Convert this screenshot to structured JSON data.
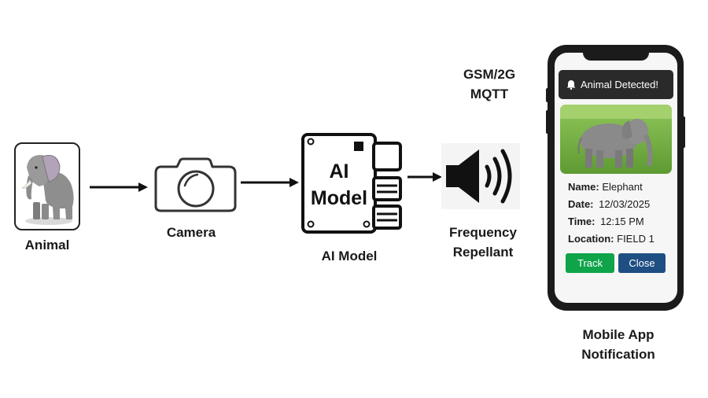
{
  "labels": {
    "animal": "Animal",
    "camera": "Camera",
    "ai_model": "AI Model",
    "repellant": [
      "Frequency",
      "Repellant"
    ],
    "comms": [
      "GSM/2G",
      "MQTT"
    ],
    "mobile": [
      "Mobile App",
      "Notification"
    ]
  },
  "chip": {
    "line1": "AI",
    "line2": "Model"
  },
  "phone": {
    "notification_title": "Animal Detected!",
    "fields": [
      {
        "key": "Name:",
        "value": "Elephant"
      },
      {
        "key": "Date:",
        "value": "12/03/2025"
      },
      {
        "key": "Time:",
        "value": "12:15 PM"
      },
      {
        "key": "Location:",
        "value": "FIELD 1"
      }
    ],
    "track_label": "Track",
    "close_label": "Close"
  },
  "colors": {
    "track_button": "#0fa44a",
    "close_button": "#1f4e82",
    "phone_body": "#1b1b1b",
    "notification_bar": "#2a2a2a",
    "grass": "#7bb446",
    "elephant": "#8a8a8a"
  },
  "icons": [
    "elephant-icon",
    "camera-icon",
    "chip-icon",
    "speaker-icon",
    "bell-icon"
  ]
}
